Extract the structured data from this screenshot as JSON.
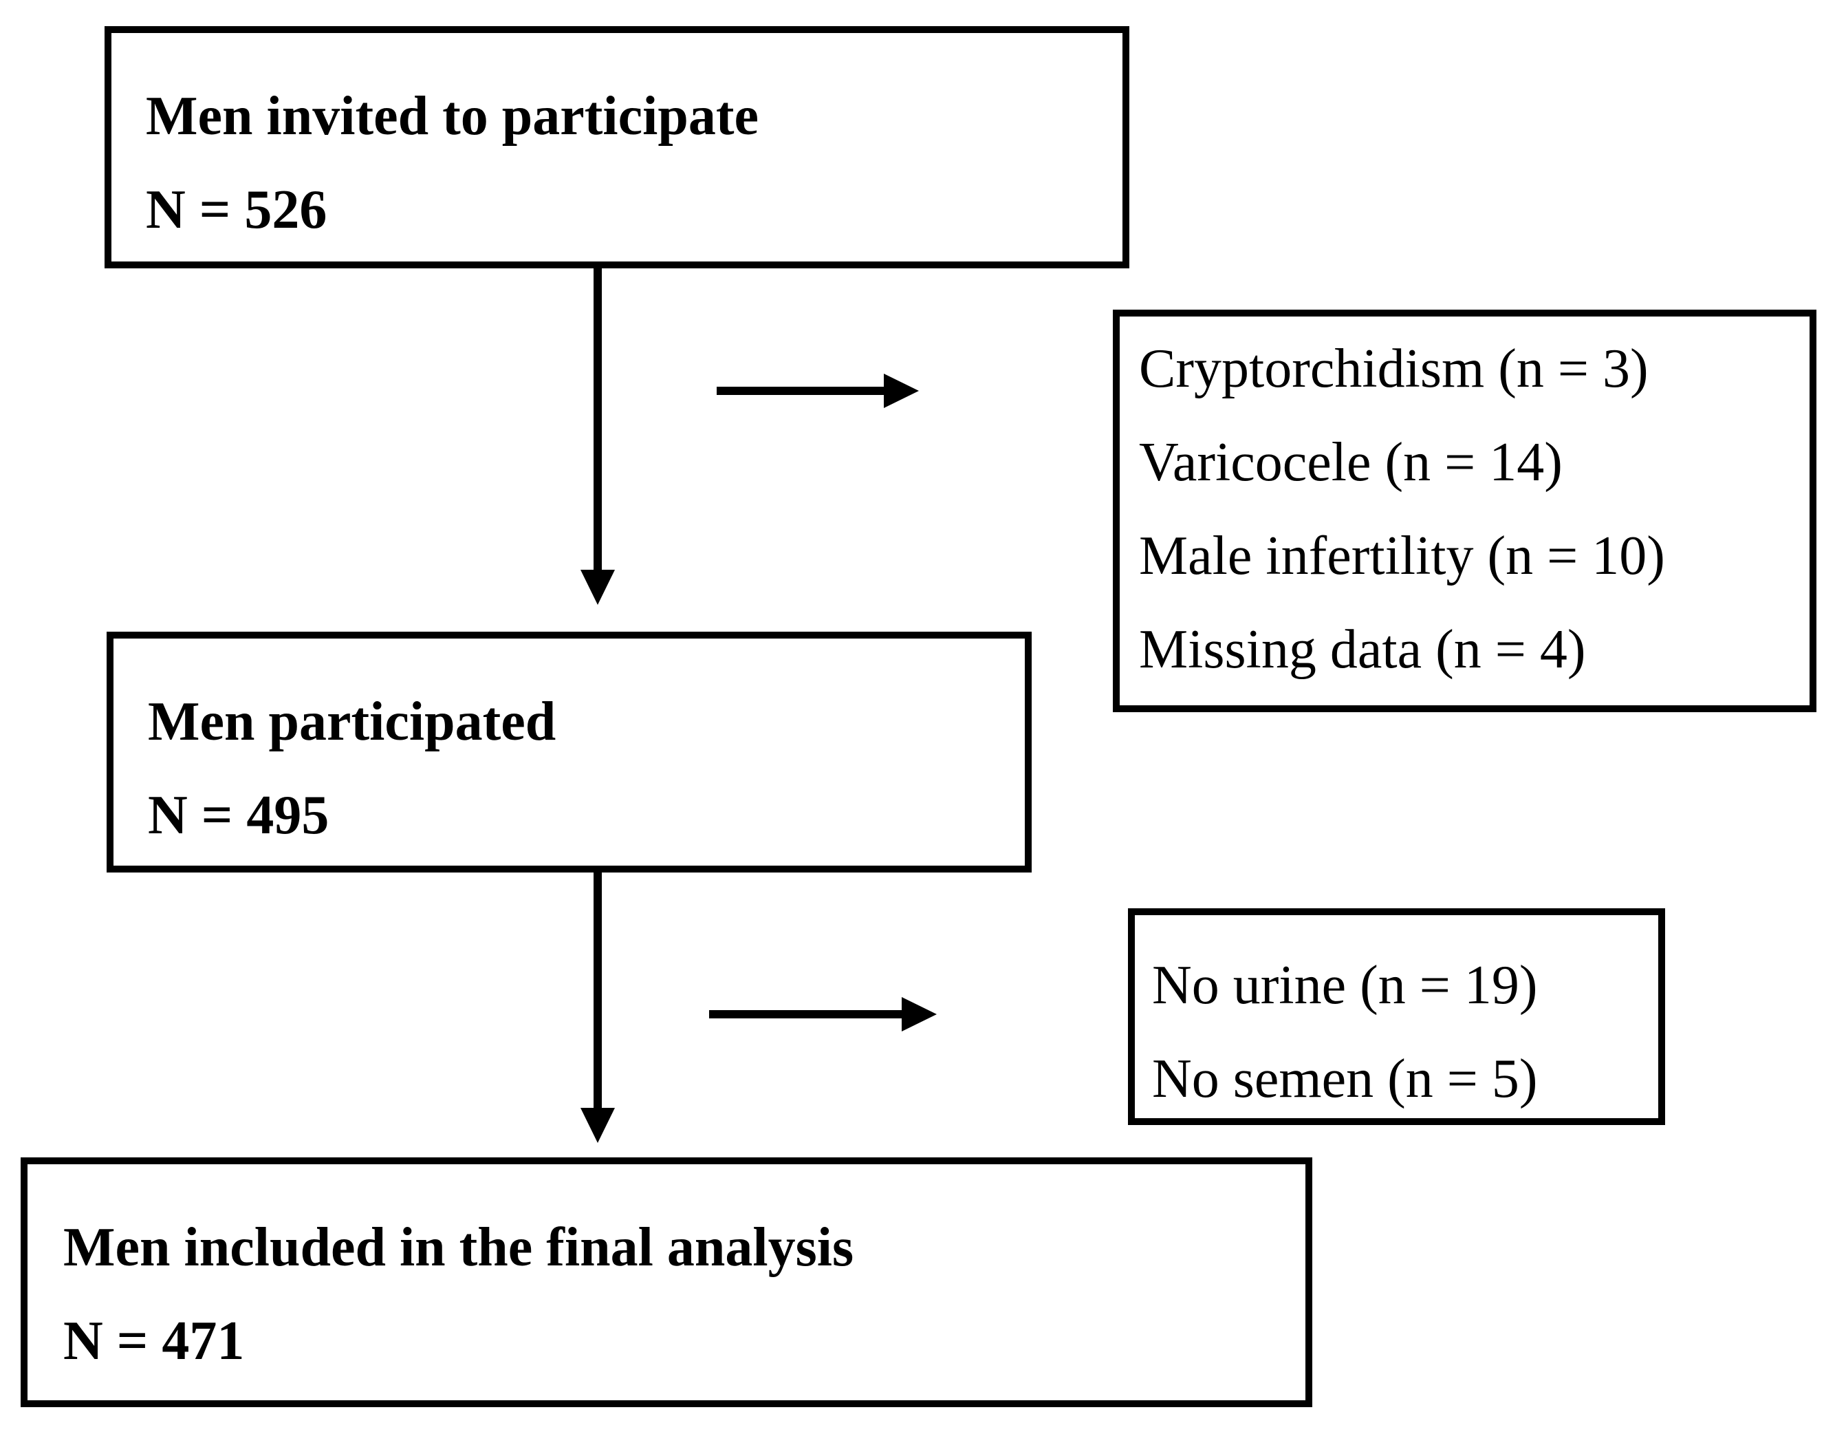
{
  "diagram": {
    "type": "participant-flow-diagram",
    "colors": {
      "line": "#000000",
      "text": "#000000",
      "box_background": "#ffffff",
      "page_background": "#ffffff"
    },
    "boxes": {
      "invited": {
        "title": "Men invited to participate",
        "count": "N = 526"
      },
      "participated": {
        "title": "Men participated",
        "count": "N = 495"
      },
      "final": {
        "title": "Men included in the final analysis",
        "count": "N = 471"
      },
      "exclusions_stage1": {
        "items": [
          "Cryptorchidism (n = 3)",
          "Varicocele (n = 14)",
          "Male infertility (n = 10)",
          "Missing data (n = 4)"
        ]
      },
      "exclusions_stage2": {
        "items": [
          "No urine (n = 19)",
          "No semen (n = 5)"
        ]
      }
    }
  }
}
